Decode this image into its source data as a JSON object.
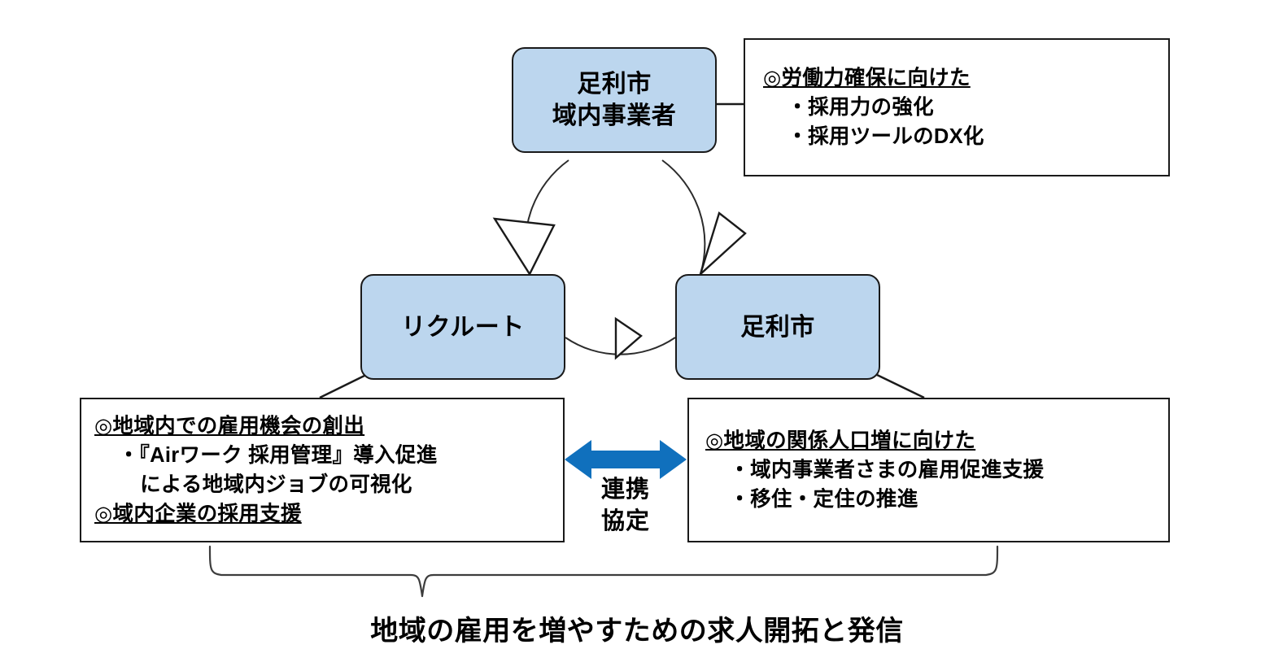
{
  "diagram": {
    "title_caption": "地域の雇用を増やすための求人開拓と発信",
    "accent_blue": "#1070bd",
    "node_fill": "#bcd6ee",
    "node_stroke": "#1a1a1a",
    "nodes": [
      {
        "id": "top",
        "lines": [
          "足利市",
          "域内事業者"
        ]
      },
      {
        "id": "left",
        "lines": [
          "リクルート"
        ]
      },
      {
        "id": "right",
        "lines": [
          "足利市"
        ]
      }
    ],
    "callouts": {
      "top": {
        "lines": [
          {
            "text": "◎労働力確保に向けた",
            "underline": true,
            "indent": 0
          },
          {
            "text": "・採用力の強化",
            "underline": false,
            "indent": 1
          },
          {
            "text": "・採用ツールのDX化",
            "underline": false,
            "indent": 1
          }
        ]
      },
      "left": {
        "lines": [
          {
            "text": "◎地域内での雇用機会の創出",
            "underline": true,
            "indent": 0
          },
          {
            "text": "・『Airワーク 採用管理』導入促進",
            "underline": false,
            "indent": 1
          },
          {
            "text": "による地域内ジョブの可視化",
            "underline": false,
            "indent": 2
          },
          {
            "text": "◎域内企業の採用支援",
            "underline": true,
            "indent": 0
          }
        ]
      },
      "right": {
        "lines": [
          {
            "text": "◎地域の関係人口増に向けた",
            "underline": true,
            "indent": 0
          },
          {
            "text": "・域内事業者さまの雇用促進支援",
            "underline": false,
            "indent": 1
          },
          {
            "text": "・移住・定住の推進",
            "underline": false,
            "indent": 1
          }
        ]
      }
    },
    "pact_arrow": {
      "label_lines": [
        "連携",
        "協定"
      ],
      "direction": "bidirectional",
      "color": "#1070bd"
    },
    "cycle_arrows": [
      {
        "from": "top",
        "to": "left",
        "style": "open-triangle"
      },
      {
        "from": "left",
        "to": "right",
        "style": "open-triangle"
      },
      {
        "from": "right",
        "to": "top",
        "style": "open-triangle"
      }
    ]
  }
}
